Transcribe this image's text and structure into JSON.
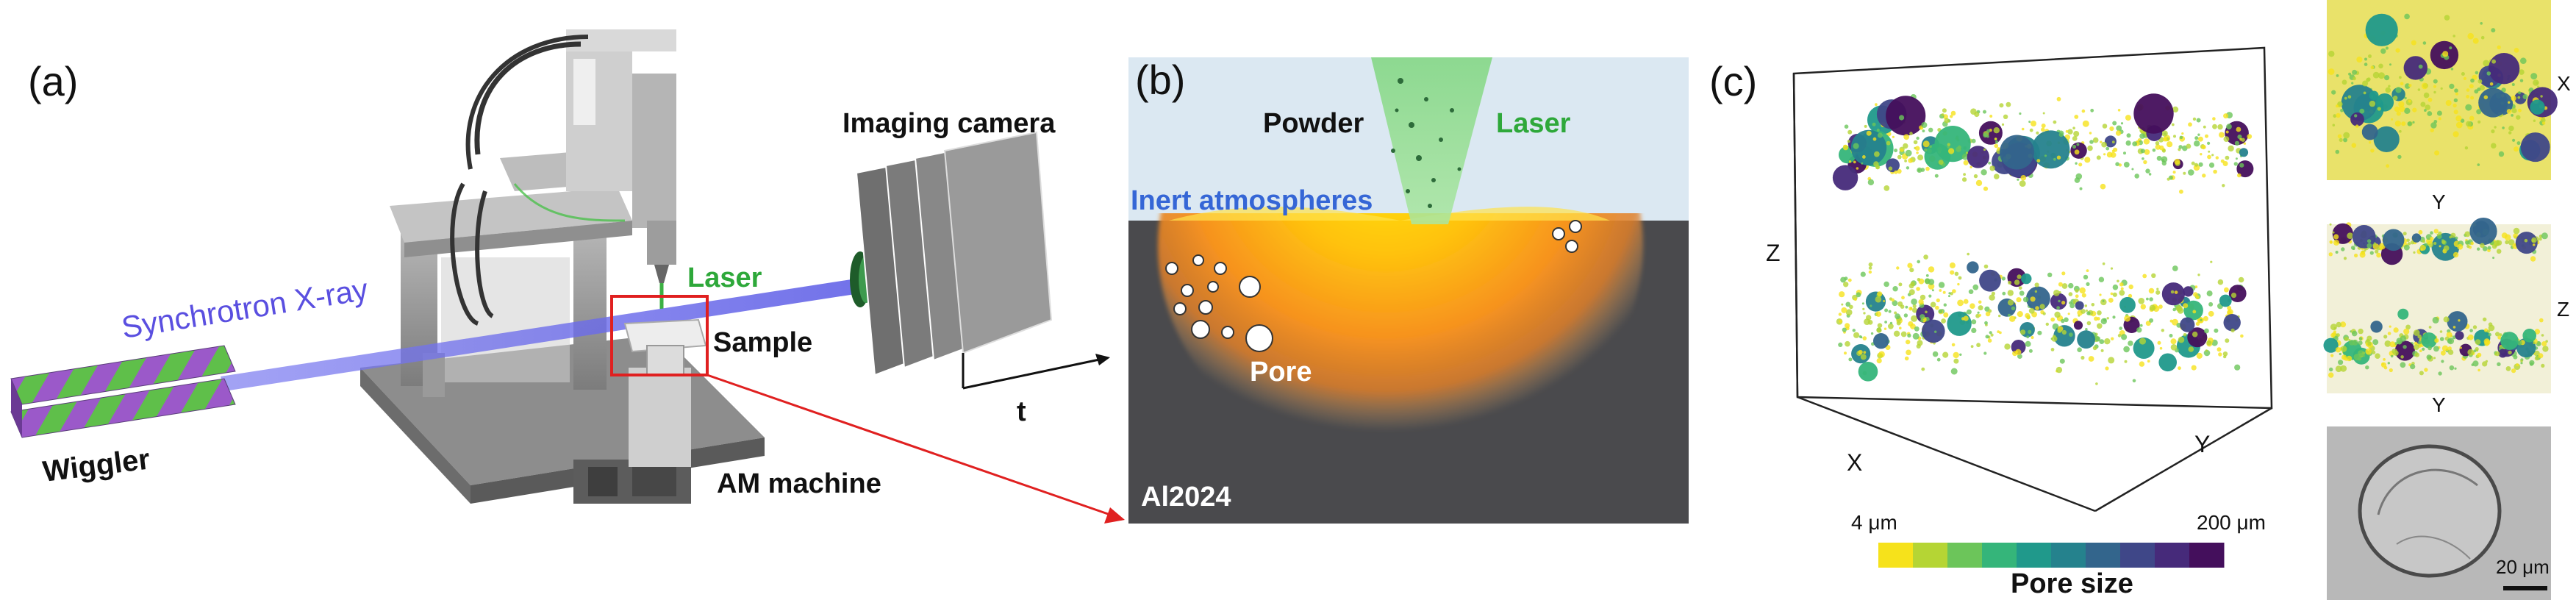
{
  "panel_a": {
    "label": "(a)",
    "xray": "Synchrotron X-ray",
    "wiggler": "Wiggler",
    "laser": "Laser",
    "sample": "Sample",
    "camera": "Imaging camera",
    "time_axis": "t",
    "machine": "AM machine"
  },
  "panel_b": {
    "label": "(b)",
    "powder": "Powder",
    "laser": "Laser",
    "atmosphere": "Inert atmospheres",
    "pore": "Pore",
    "alloy": "Al2024"
  },
  "panel_c": {
    "label": "(c)",
    "axis_z": "Z",
    "axis_x": "X",
    "axis_y": "Y",
    "top_view_x": "X",
    "top_view_y": "Y",
    "side_view_z": "Z",
    "side_view_y": "Y",
    "colorbar_min": "4 μm",
    "colorbar_max": "200 μm",
    "colorbar_title": "Pore size",
    "scale_bar": "20 μm"
  },
  "colors": {
    "xray_beam": "#6f6fe8",
    "xray_text": "#5a4fe0",
    "laser_green": "#3cb043",
    "atmosphere_blue": "#3566d6",
    "pore_arrow": "#e02020",
    "substrate": "#4a4a4d",
    "colorbar": [
      "#f6e21b",
      "#b5d534",
      "#6cc55a",
      "#35b57a",
      "#20998b",
      "#25828d",
      "#33658c",
      "#3f4788",
      "#462a7a",
      "#440f5c"
    ]
  }
}
